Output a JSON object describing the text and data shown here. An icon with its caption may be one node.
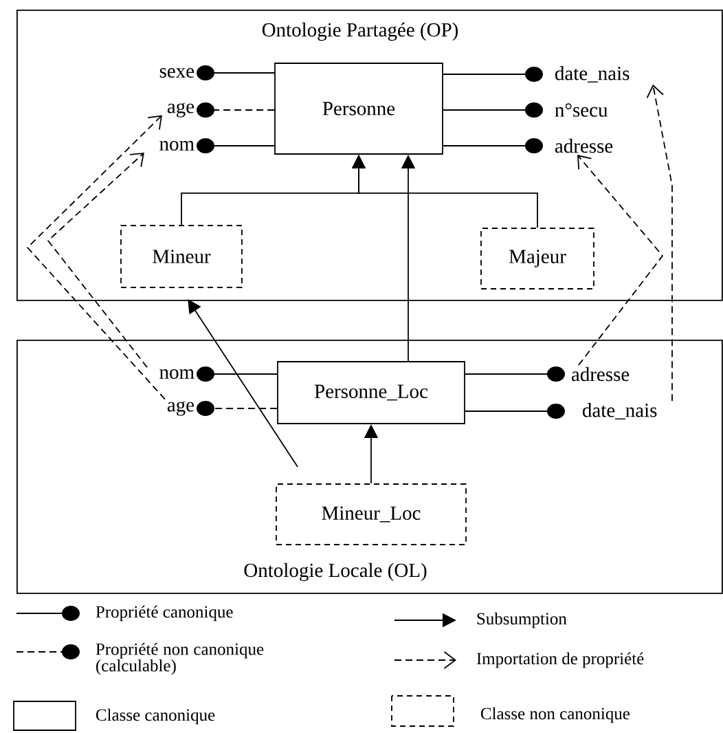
{
  "diagram": {
    "nodes": [
      {
        "text": [
          "Ontologie Partagée (OP)"
        ]
      },
      {
        "text": [
          "Personne"
        ],
        "in": 0
      },
      {
        "text": [
          "sexe"
        ],
        "in": 0
      },
      {
        "text": [
          "age"
        ],
        "in": 0
      },
      {
        "text": [
          "nom"
        ],
        "in": 0
      },
      {
        "text": [
          "date_nais"
        ],
        "in": 0
      },
      {
        "text": [
          "n°secu"
        ],
        "in": 0
      },
      {
        "text": [
          "adresse"
        ],
        "in": 0
      },
      {
        "text": [
          "Mineur"
        ],
        "in": 0
      },
      {
        "text": [
          "Majeur"
        ],
        "in": 0
      },
      {
        "text": [
          "Ontologie Locale (OL)"
        ]
      },
      {
        "text": [
          "Personne_Loc"
        ],
        "in": 10
      },
      {
        "text": [
          "nom"
        ],
        "in": 10
      },
      {
        "text": [
          "age"
        ],
        "in": 10
      },
      {
        "text": [
          "adresse"
        ],
        "in": 10
      },
      {
        "text": [
          "date_nais"
        ],
        "in": 10
      },
      {
        "text": [
          "Mineur_Loc"
        ],
        "in": 10
      }
    ],
    "edges": [
      {
        "from": 1,
        "to": 2,
        "arrow": "other"
      },
      {
        "from": 1,
        "to": 3,
        "arrow": "other",
        "style": "dashed"
      },
      {
        "from": 1,
        "to": 4,
        "arrow": "other"
      },
      {
        "from": 1,
        "to": 5,
        "arrow": "other"
      },
      {
        "from": 1,
        "to": 6,
        "arrow": "other"
      },
      {
        "from": 1,
        "to": 7,
        "arrow": "other"
      },
      {
        "from": 8,
        "to": 1,
        "arrow": "to"
      },
      {
        "from": 9,
        "to": 1,
        "arrow": "to"
      },
      {
        "from": 11,
        "to": 1,
        "arrow": "to"
      },
      {
        "from": 16,
        "to": 11,
        "arrow": "to"
      },
      {
        "from": 16,
        "to": 8,
        "arrow": "to"
      },
      {
        "from": 11,
        "to": 12,
        "arrow": "other"
      },
      {
        "from": 11,
        "to": 13,
        "arrow": "other",
        "style": "dashed"
      },
      {
        "from": 11,
        "to": 14,
        "arrow": "other"
      },
      {
        "from": 11,
        "to": 15,
        "arrow": "other"
      },
      {
        "from": 12,
        "to": 4,
        "arrow": "to",
        "style": "dashed"
      },
      {
        "from": 13,
        "to": 3,
        "arrow": "to",
        "style": "dashed"
      },
      {
        "from": 14,
        "to": 7,
        "arrow": "to",
        "style": "dashed"
      },
      {
        "from": 15,
        "to": 5,
        "arrow": "to",
        "style": "dashed"
      }
    ],
    "legend": [
      {
        "text": "Propriété canonique"
      },
      {
        "text": "Subsumption"
      },
      {
        "text": "Propriété non canonique (calculable)"
      },
      {
        "text": "Importation de propriété"
      },
      {
        "text": "Classe canonique"
      },
      {
        "text": "Classe non canonique"
      }
    ]
  }
}
